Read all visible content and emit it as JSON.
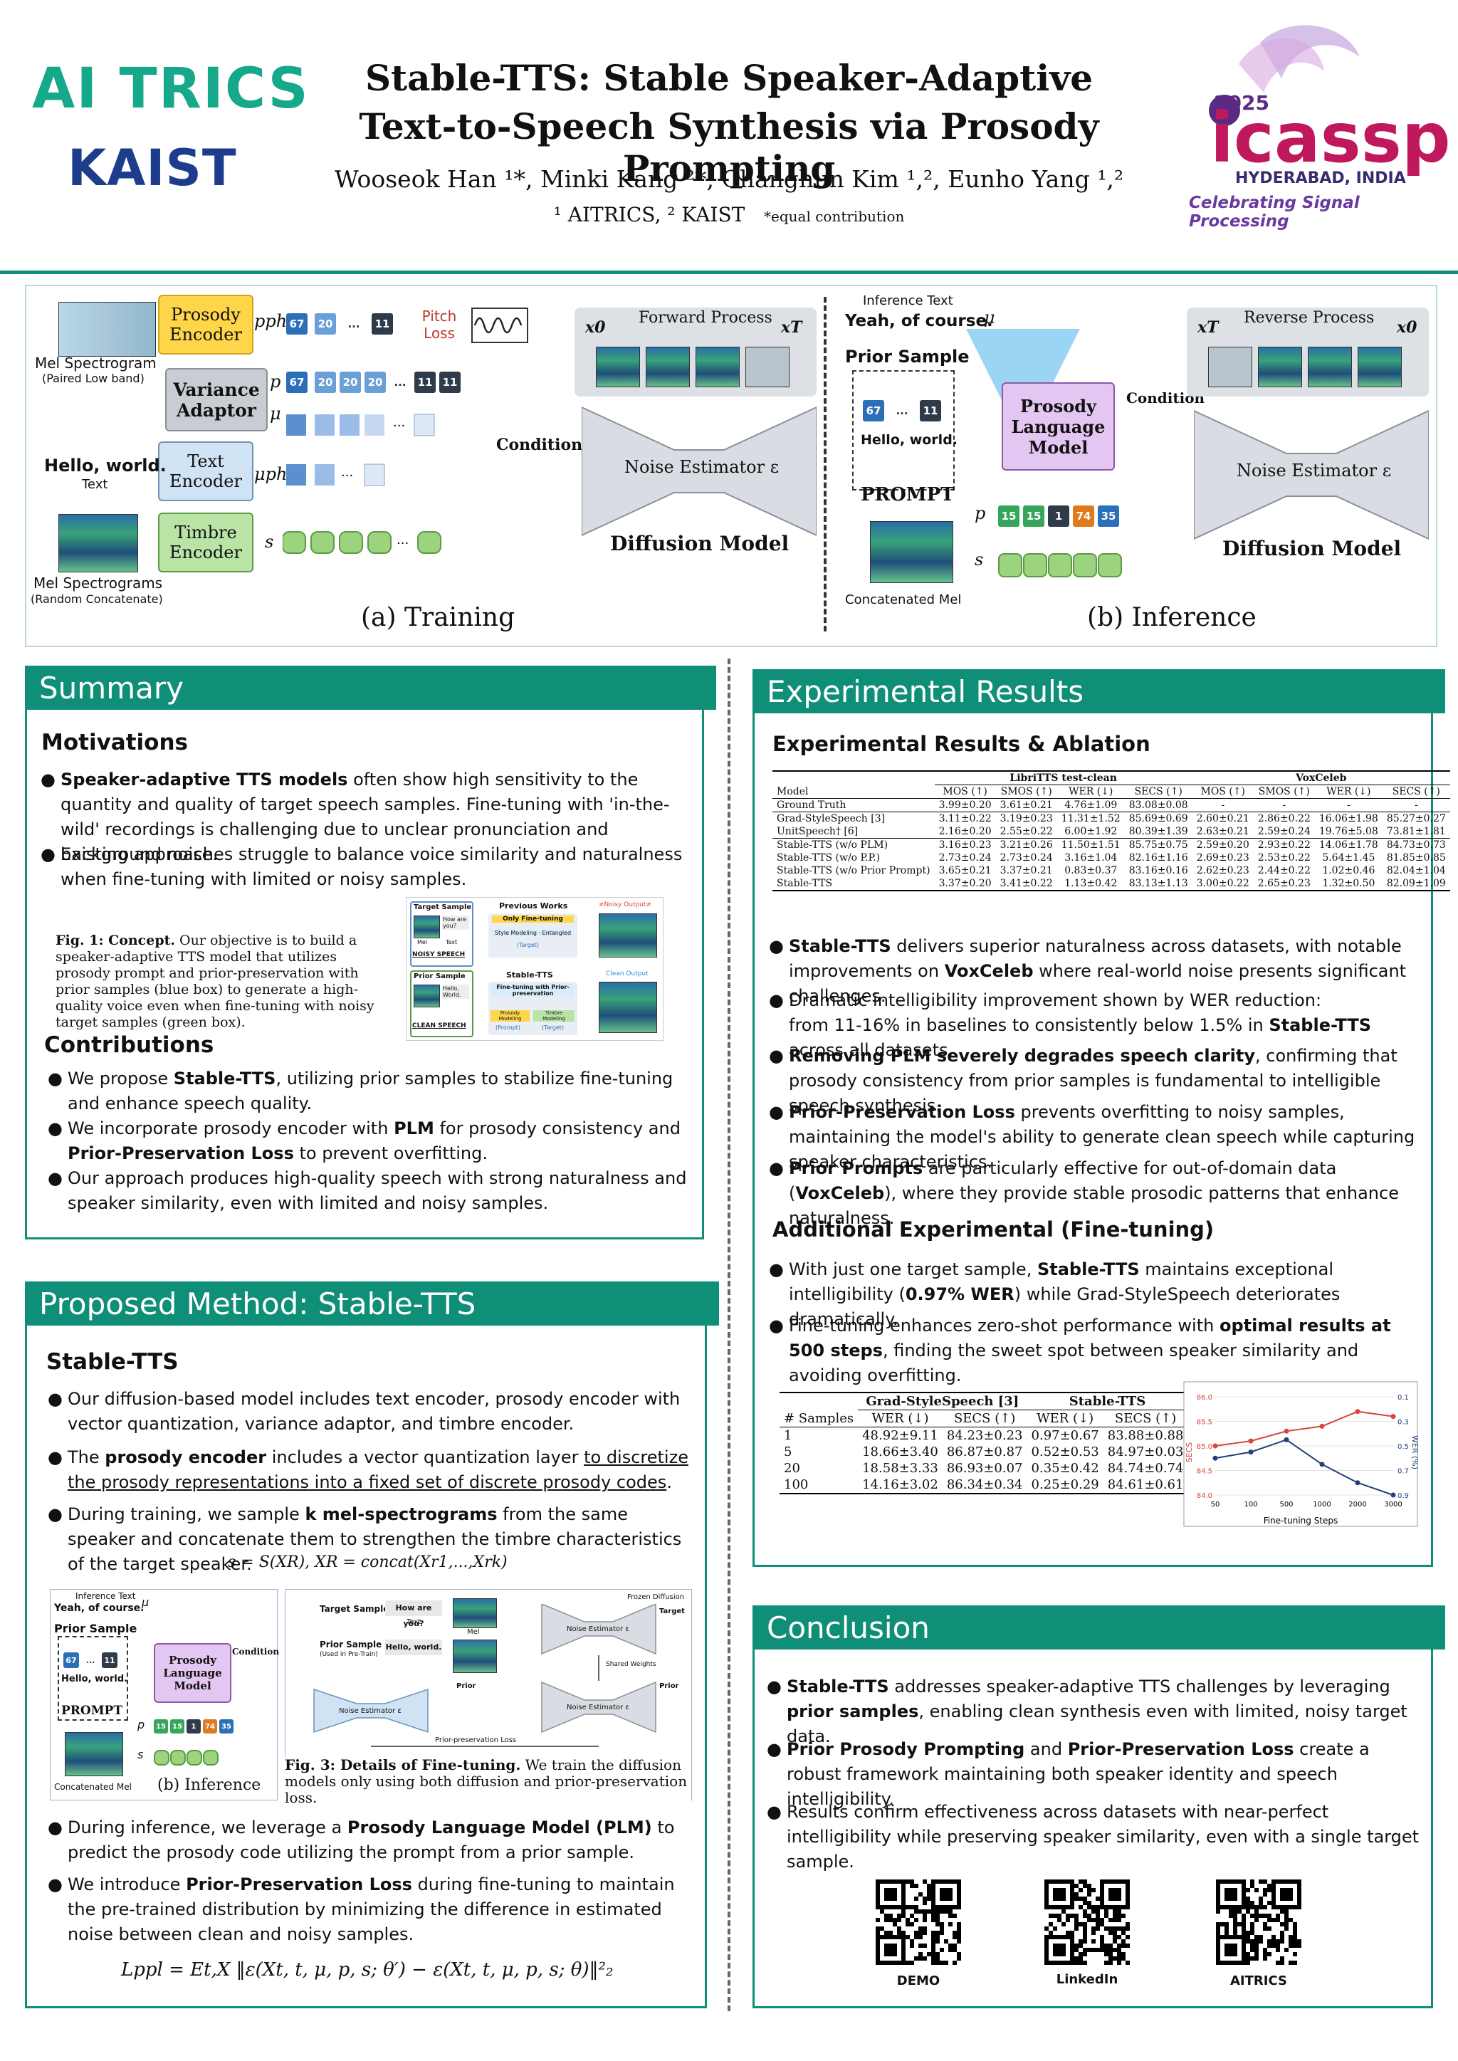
{
  "header": {
    "title_line1": "Stable-TTS: Stable Speaker-Adaptive",
    "title_line2": "Text-to-Speech Synthesis via Prosody Prompting",
    "authors": "Wooseok Han ¹*, Minki Kang ²*, Changhun Kim ¹,², Eunho Yang ¹,²",
    "affiliations": "¹ AITRICS, ² KAIST",
    "equal_note": "*equal contribution",
    "logo_left_top": "AI TRICS",
    "logo_left_bottom": "KAIST",
    "logo_right_year": "2025",
    "logo_right_name": "icassp",
    "logo_right_city": "HYDERABAD, INDIA",
    "logo_right_tag": "Celebrating Signal Processing"
  },
  "diagram": {
    "training": {
      "caption": "(a) Training",
      "mel_paired": "Mel Spectrogram",
      "mel_paired_sub": "(Paired Low band)",
      "prosody_encoder": "Prosody Encoder",
      "variance_adaptor": "Variance Adaptor",
      "text_encoder": "Text Encoder",
      "timbre_encoder": "Timbre Encoder",
      "hello_world": "Hello, world.",
      "text_label": "Text",
      "mel_random": "Mel Spectrograms",
      "mel_random_sub": "(Random Concatenate)",
      "p_ph": "pph",
      "p": "p",
      "mu": "μ",
      "mu_ph": "μph",
      "s": "s",
      "pitch_loss": "Pitch Loss",
      "tokens_pph": [
        "67",
        "20",
        "...",
        "11"
      ],
      "tokens_p": [
        "67",
        "20",
        "20",
        "20",
        "...",
        "11",
        "11"
      ],
      "condition": "Condition",
      "forward_process": "Forward Process",
      "x0": "x0",
      "xT": "xT",
      "noise_estimator": "Noise Estimator ε",
      "diffusion_model": "Diffusion Model"
    },
    "inference": {
      "caption": "(b) Inference",
      "inference_text_label": "Inference Text",
      "inference_text": "Yeah, of course.",
      "prior_sample": "Prior Sample",
      "prior_tokens": [
        "67",
        "...",
        "11"
      ],
      "prior_hello": "Hello, world.",
      "prompt": "PROMPT",
      "plm": "Prosody Language Model",
      "condition": "Condition",
      "p_tokens": [
        "15",
        "15",
        "1",
        "74",
        "35"
      ],
      "p": "p",
      "s": "s",
      "mu": "μ",
      "concat_mel": "Concatenated Mel",
      "reverse_process": "Reverse Process",
      "xT": "xT",
      "x0": "x0",
      "noise_estimator": "Noise Estimator ε",
      "diffusion_model": "Diffusion Model"
    }
  },
  "summary": {
    "heading": "Summary",
    "motivations_title": "Motivations",
    "mot1_bold": "Speaker-adaptive TTS models",
    "mot1_rest": " often show high sensitivity to the quantity and quality of target speech samples. Fine-tuning with 'in-the-wild' recordings is challenging due to unclear pronunciation and background noise.",
    "mot2": "Existing approaches struggle to balance voice similarity and naturalness when fine-tuning with limited or noisy samples.",
    "fig1_label": "Fig. 1: Concept.",
    "fig1_text": " Our objective is to build a speaker-adaptive TTS model that utilizes prosody prompt and prior-preservation with prior samples (blue box) to generate a high-quality voice even when fine-tuning with noisy target samples (green box).",
    "fig1_target_sample": "Target Sample",
    "fig1_previous_works": "Previous Works",
    "fig1_noisy_output": "≠Noisy Output≠",
    "fig1_only_finetuning": "Only Fine-tuning",
    "fig1_how_are_you": "How are you?",
    "fig1_mel": "Mel",
    "fig1_text_lbl": "Text",
    "fig1_style_modeling": "Style Modeling · Entangled",
    "fig1_target": "(Target)",
    "fig1_noisy_speech": "NOISY SPEECH",
    "fig1_prior_sample": "Prior Sample",
    "fig1_stable_tts": "Stable-TTS",
    "fig1_finetuning_prior": "Fine-tuning with Prior-preservation",
    "fig1_clean_output": "Clean Output",
    "fig1_hello_world": "Hello, World.",
    "fig1_clean_speech": "CLEAN SPEECH",
    "fig1_prosody_modeling": "Prosody Modeling",
    "fig1_timbre_modeling": "Timbre Modeling",
    "fig1_prompt": "(Prompt)",
    "fig1_target2": "(Target)",
    "contributions_title": "Contributions",
    "con1_a": "We propose ",
    "con1_bold": "Stable-TTS",
    "con1_b": ", utilizing prior samples to stabilize fine-tuning and enhance speech quality.",
    "con2_a": "We incorporate prosody encoder with ",
    "con2_bold1": "PLM",
    "con2_b": " for prosody consistency and ",
    "con2_bold2": "Prior-Preservation Loss",
    "con2_c": " to prevent overfitting.",
    "con3": "Our approach produces high-quality speech with strong naturalness and speaker similarity, even with limited and noisy samples."
  },
  "method": {
    "heading": "Proposed Method: Stable-TTS",
    "sub_title": "Stable-TTS",
    "m1": "Our diffusion-based model includes text encoder, prosody encoder with vector quantization, variance adaptor, and timbre encoder.",
    "m2_a": "The ",
    "m2_bold": "prosody encoder",
    "m2_b": " includes a vector quantization layer ",
    "m2_u": "to discretize the prosody representations into a fixed set of discrete prosody codes",
    "m2_c": ".",
    "m3_a": "During training, we sample ",
    "m3_bold": "k mel-spectrograms",
    "m3_b": " from the same speaker and concatenate them to strengthen the timbre characteristics of the target speaker.",
    "eq_concat": "s = S(XR),   XR = concat(Xr1,...,Xrk)",
    "mini_inference_text_label": "Inference Text",
    "mini_inference_text": "Yeah, of course.",
    "mini_prior_sample": "Prior Sample",
    "mini_prior_tokens": [
      "67",
      "...",
      "11"
    ],
    "mini_hello": "Hello, world.",
    "mini_prompt": "PROMPT",
    "mini_plm": "Prosody Language Model",
    "mini_condition": "Condition",
    "mini_p_tokens": [
      "15",
      "15",
      "1",
      "74",
      "35"
    ],
    "mini_p": "p",
    "mini_s": "s",
    "mini_mu": "μ",
    "mini_concat_mel": "Concatenated Mel",
    "mini_caption": "(b) Inference",
    "fig3_target_sample": "Target Sample",
    "fig3_how_are_you": "How are you?",
    "fig3_text": "Text",
    "fig3_mel": "Mel",
    "fig3_prior_sample": "Prior Sample",
    "fig3_prior_sub": "(Used in Pre-Train)",
    "fig3_hello": "Hello, world.",
    "fig3_frozen": "Frozen Diffusion",
    "fig3_noise_est": "Noise Estimator ε",
    "fig3_shared": "Shared Weights",
    "fig3_target": "Target",
    "fig3_prior": "Prior",
    "fig3_loss": "Prior-preservation Loss",
    "fig3_label": "Fig. 3: Details of Fine-tuning.",
    "fig3_text_cap": " We train the diffusion models only using both diffusion and prior-preservation loss.",
    "m4_a": "During inference, we leverage a ",
    "m4_bold": "Prosody Language Model (PLM)",
    "m4_b": " to predict the prosody code utilizing the prompt from a prior sample.",
    "m5_a": "We introduce ",
    "m5_bold": "Prior-Preservation Loss",
    "m5_b": " during fine-tuning to maintain the pre-trained distribution by minimizing the difference in estimated noise between clean and noisy samples.",
    "eq_loss": "Lppl = Et,X ‖ε(Xt, t, μ, p, s; θ′) − ε(Xt, t, μ, p, s; θ)‖²₂"
  },
  "results": {
    "heading": "Experimental Results",
    "sub1": "Experimental Results & Ablation",
    "table1": {
      "group1": "LibriTTS test-clean",
      "group2": "VoxCeleb",
      "cols": [
        "Model",
        "MOS (↑)",
        "SMOS (↑)",
        "WER (↓)",
        "SECS (↑)",
        "MOS (↑)",
        "SMOS (↑)",
        "WER (↓)",
        "SECS (↑)"
      ],
      "rows": [
        [
          "Ground Truth",
          "3.99±0.20",
          "3.61±0.21",
          "4.76±1.09",
          "83.08±0.08",
          "-",
          "-",
          "-",
          "-"
        ],
        [
          "Grad-StyleSpeech [3]",
          "3.11±0.22",
          "3.19±0.23",
          "11.31±1.52",
          "85.69±0.69",
          "2.60±0.21",
          "2.86±0.22",
          "16.06±1.98",
          "85.27±0.27"
        ],
        [
          "UnitSpeech† [6]",
          "2.16±0.20",
          "2.55±0.22",
          "6.00±1.92",
          "80.39±1.39",
          "2.63±0.21",
          "2.59±0.24",
          "19.76±5.08",
          "73.81±1.81"
        ],
        [
          "Stable-TTS (w/o PLM)",
          "3.16±0.23",
          "3.21±0.26",
          "11.50±1.51",
          "85.75±0.75",
          "2.59±0.20",
          "2.93±0.22",
          "14.06±1.78",
          "84.73±0.73"
        ],
        [
          "Stable-TTS (w/o P.P.)",
          "2.73±0.24",
          "2.73±0.24",
          "3.16±1.04",
          "82.16±1.16",
          "2.69±0.23",
          "2.53±0.22",
          "5.64±1.45",
          "81.85±0.85"
        ],
        [
          "Stable-TTS (w/o Prior Prompt)",
          "3.65±0.21",
          "3.37±0.21",
          "0.83±0.37",
          "83.16±0.16",
          "2.62±0.23",
          "2.44±0.22",
          "1.02±0.46",
          "82.04±1.04"
        ],
        [
          "Stable-TTS",
          "3.37±0.20",
          "3.41±0.22",
          "1.13±0.42",
          "83.13±1.13",
          "3.00±0.22",
          "2.65±0.23",
          "1.32±0.50",
          "82.09±1.09"
        ]
      ]
    },
    "r1_bold": "Stable-TTS",
    "r1_a": " delivers superior naturalness across datasets, with notable improvements on ",
    "r1_bold2": "VoxCeleb",
    "r1_b": " where real-world noise presents significant challenges.",
    "r2_a": "Dramatic intelligibility improvement shown by WER reduction:",
    "r2_b": "from 11-16% in baselines to consistently below 1.5% in ",
    "r2_bold": "Stable-TTS",
    "r2_c": " across all datasets.",
    "r3_bold": "Removing PLM severely degrades speech clarity",
    "r3_a": ", confirming that prosody consistency from prior samples is fundamental to intelligible speech synthesis.",
    "r4_bold": "Prior-Preservation Loss",
    "r4_a": " prevents overfitting to noisy samples, maintaining the model's ability to generate clean speech while capturing speaker characteristics.",
    "r5_bold": "Prior Prompts",
    "r5_a": " are particularly effective for out-of-domain data (",
    "r5_bold2": "VoxCeleb",
    "r5_b": "), where they provide stable prosodic patterns that enhance naturalness.",
    "sub2": "Additional Experimental (Fine-tuning)",
    "a1_a": "With just one target sample, ",
    "a1_bold": "Stable-TTS",
    "a1_b": " maintains exceptional intelligibility (",
    "a1_bold2": "0.97% WER",
    "a1_c": ") while Grad-StyleSpeech deteriorates dramatically.",
    "a2_a": "Fine-tuning enhances zero-shot performance with ",
    "a2_bold": "optimal results at 500 steps",
    "a2_b": ", finding the sweet spot between speaker similarity and avoiding overfitting.",
    "table2": {
      "group1": "Grad-StyleSpeech [3]",
      "group2": "Stable-TTS",
      "cols": [
        "# Samples",
        "WER (↓)",
        "SECS (↑)",
        "WER (↓)",
        "SECS (↑)"
      ],
      "rows": [
        [
          "1",
          "48.92±9.11",
          "84.23±0.23",
          "0.97±0.67",
          "83.88±0.88"
        ],
        [
          "5",
          "18.66±3.40",
          "86.87±0.87",
          "0.52±0.53",
          "84.97±0.03"
        ],
        [
          "20",
          "18.58±3.33",
          "86.93±0.07",
          "0.35±0.42",
          "84.74±0.74"
        ],
        [
          "100",
          "14.16±3.02",
          "86.34±0.34",
          "0.25±0.29",
          "84.61±0.61"
        ]
      ]
    }
  },
  "chart_data": {
    "type": "line",
    "xlabel": "Fine-tuning Steps",
    "ylabel_left": "SECS",
    "ylabel_right": "WER (%)",
    "x": [
      "50",
      "100",
      "500",
      "1000",
      "2000",
      "3000"
    ],
    "y_left_ticks": [
      "86.0",
      "85.5",
      "85.0",
      "84.5",
      "84.0"
    ],
    "y_right_ticks": [
      "0.1",
      "0.3",
      "0.5",
      "0.7",
      "0.9"
    ],
    "ylim_left": [
      84.0,
      86.0
    ],
    "ylim_right": [
      0.1,
      0.9
    ],
    "series": [
      {
        "axis": "left",
        "color": "#d9463a",
        "values": [
          85.0,
          85.1,
          85.3,
          85.4,
          85.7,
          85.6
        ]
      },
      {
        "axis": "right",
        "color": "#24407a",
        "values": [
          0.6,
          0.55,
          0.45,
          0.65,
          0.8,
          0.9
        ]
      }
    ]
  },
  "conclusion": {
    "heading": "Conclusion",
    "c1_bold": "Stable-TTS",
    "c1_a": " addresses speaker-adaptive TTS challenges by leveraging ",
    "c1_bold2": "prior samples",
    "c1_b": ", enabling clean synthesis even with limited, noisy target data.",
    "c2_bold": "Prior Prosody Prompting",
    "c2_a": " and ",
    "c2_bold2": "Prior-Preservation Loss",
    "c2_b": " create a robust framework maintaining both speaker identity and speech intelligibility.",
    "c3": "Results confirm effectiveness across datasets with near-perfect intelligibility while preserving speaker similarity, even with a single target sample.",
    "qr_labels": [
      "DEMO",
      "LinkedIn",
      "AITRICS"
    ]
  },
  "colors": {
    "accent": "#0f8f77",
    "prosody_box": "#ffd54a",
    "encoder_box": "#cfe3f5",
    "timbre_box": "#b9e4a5",
    "plm_box": "#e3c6f2",
    "token_dark": "#2f3a4a",
    "token_blue": "#2a6fb8"
  }
}
